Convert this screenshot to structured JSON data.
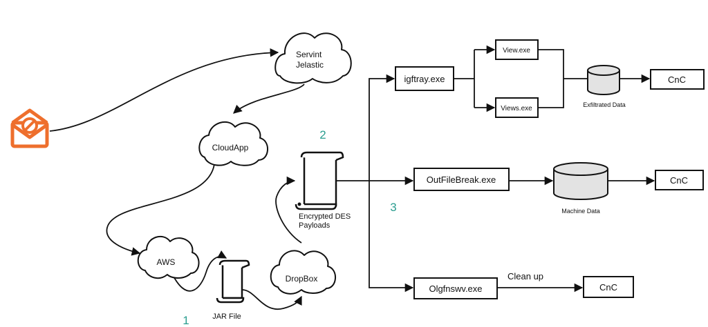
{
  "nodes": {
    "cloud_servint": [
      "Servint",
      "Jelastic"
    ],
    "cloud_cloudapp": "CloudApp",
    "cloud_aws": "AWS",
    "cloud_dropbox": "DropBox",
    "jar_file": "JAR File",
    "encrypted_payloads": [
      "Encrypted DES",
      "Payloads"
    ],
    "igftray": "igftray.exe",
    "view": "View.exe",
    "views": "Views.exe",
    "exfiltrated_data": "Exfiltrated Data",
    "cnc_1": "CnC",
    "outfilebreak": "OutFileBreak.exe",
    "machine_data": "Machine Data",
    "cnc_2": "CnC",
    "olgfnswv": "Olgfnswv.exe",
    "clean_up": "Clean up",
    "cnc_3": "CnC"
  },
  "step_numbers": {
    "step1": "1",
    "step2": "2",
    "step3": "3"
  },
  "colors": {
    "email_icon": "#ee6f2d",
    "step_number": "#2a9d8f",
    "line": "#111111",
    "database": "#e3e3e3"
  }
}
